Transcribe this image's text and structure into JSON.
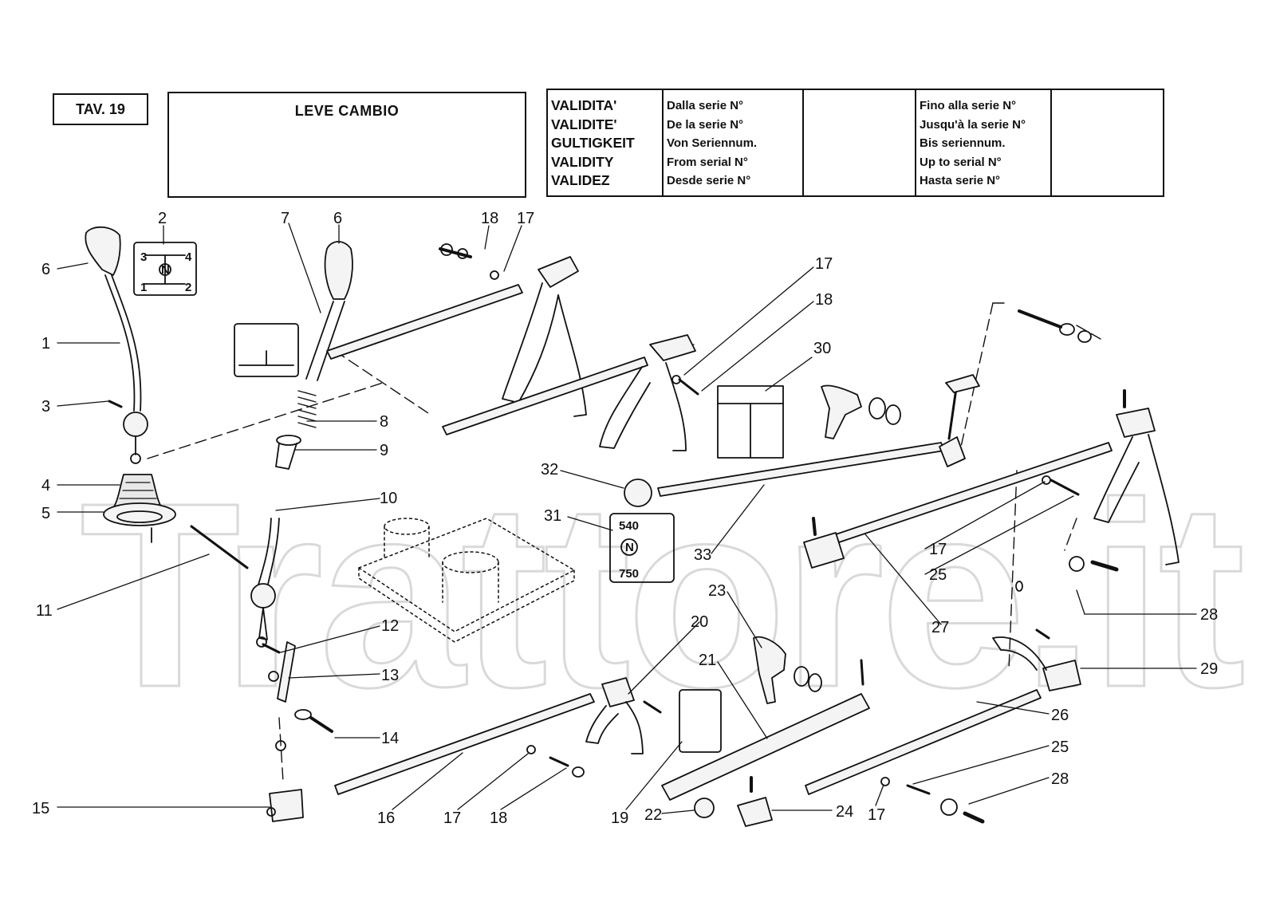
{
  "header": {
    "tav": "TAV. 19",
    "title": "LEVE CAMBIO",
    "validity_labels": [
      "VALIDITA'",
      "VALIDITE'",
      "GULTIGKEIT",
      "VALIDITY",
      "VALIDEZ"
    ],
    "from_labels": [
      "Dalla serie N°",
      "De la serie N°",
      "Von Seriennum.",
      "From serial N°",
      "Desde serie N°"
    ],
    "to_labels": [
      "Fino alla serie N°",
      "Jusqu'à la serie N°",
      "Bis seriennum.",
      "Up to serial N°",
      "Hasta serie N°"
    ]
  },
  "watermark": "Trattore.it",
  "pto_label": {
    "top": "540",
    "bottom": "750",
    "neutral": "N"
  },
  "shift_pattern": {
    "n1": "1",
    "n2": "2",
    "n3": "3",
    "n4": "4",
    "neutral": "N"
  },
  "callouts": [
    {
      "n": "6"
    },
    {
      "n": "2"
    },
    {
      "n": "1"
    },
    {
      "n": "3"
    },
    {
      "n": "4"
    },
    {
      "n": "5"
    },
    {
      "n": "11"
    },
    {
      "n": "7"
    },
    {
      "n": "6"
    },
    {
      "n": "8"
    },
    {
      "n": "9"
    },
    {
      "n": "10"
    },
    {
      "n": "12"
    },
    {
      "n": "13"
    },
    {
      "n": "14"
    },
    {
      "n": "15"
    },
    {
      "n": "18"
    },
    {
      "n": "17"
    },
    {
      "n": "17"
    },
    {
      "n": "18"
    },
    {
      "n": "30"
    },
    {
      "n": "32"
    },
    {
      "n": "31"
    },
    {
      "n": "33"
    },
    {
      "n": "23"
    },
    {
      "n": "20"
    },
    {
      "n": "21"
    },
    {
      "n": "16"
    },
    {
      "n": "17"
    },
    {
      "n": "18"
    },
    {
      "n": "19"
    },
    {
      "n": "22"
    },
    {
      "n": "24"
    },
    {
      "n": "17"
    },
    {
      "n": "27"
    },
    {
      "n": "17"
    },
    {
      "n": "25"
    },
    {
      "n": "28"
    },
    {
      "n": "29"
    },
    {
      "n": "26"
    },
    {
      "n": "25"
    },
    {
      "n": "28"
    }
  ]
}
